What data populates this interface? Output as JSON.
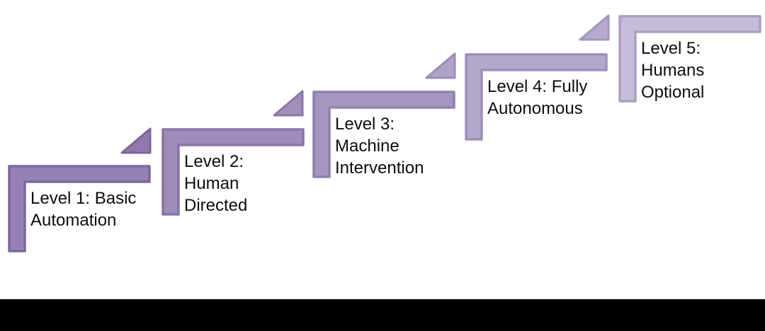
{
  "diagram": {
    "background_color": "#ffffff",
    "text_color": "#0d0d0d",
    "footer_bar_color": "#000000",
    "levels": [
      {
        "label": "Level 1: Basic Automation",
        "lines": [
          "Level 1: Basic",
          "Automation"
        ],
        "fill": "#9681b4",
        "border": "#7c689b"
      },
      {
        "label": "Level 2: Human Directed",
        "lines": [
          "Level 2:",
          "Human",
          "Directed"
        ],
        "fill": "#9e8cbb",
        "border": "#8873a6"
      },
      {
        "label": "Level 3: Machine Intervention",
        "lines": [
          "Level 3:",
          "Machine",
          "Intervention"
        ],
        "fill": "#a695c1",
        "border": "#9080ae"
      },
      {
        "label": "Level 4: Fully Autonomous",
        "lines": [
          "Level 4: Fully",
          "Autonomous"
        ],
        "fill": "#b3a7cc",
        "border": "#9d8fba"
      },
      {
        "label": "Level 5: Humans Optional",
        "lines": [
          "Level 5:",
          "Humans",
          "Optional"
        ],
        "fill": "#c6bcd9",
        "border": "#aba0c6"
      }
    ],
    "arrows": [
      {
        "fill": "#9179ae",
        "border": "#7b679a"
      },
      {
        "fill": "#a08fb9",
        "border": "#8a77a6"
      },
      {
        "fill": "#b0a3c8",
        "border": "#9c8db9"
      },
      {
        "fill": "#b7aacd",
        "border": "#a295c0"
      }
    ]
  }
}
